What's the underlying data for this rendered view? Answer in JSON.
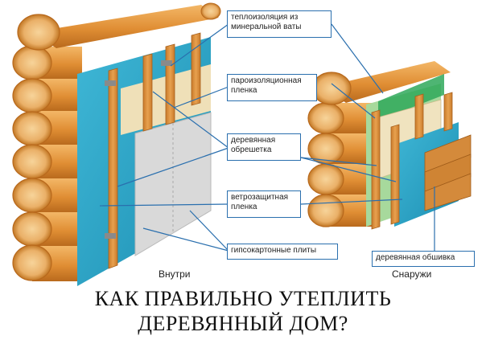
{
  "callouts": {
    "insulation": "теплоизоляция из минеральной ваты",
    "vapor_barrier": "пароизоляционная пленка",
    "battens": "деревянная обрешетка",
    "wind_barrier": "ветрозащитная пленка",
    "drywall": "гипсокартонные плиты",
    "cladding": "деревянная обшивка"
  },
  "labels": {
    "inside": "Внутри",
    "outside": "Снаружи"
  },
  "title": {
    "line1": "КАК ПРАВИЛЬНО УТЕПЛИТЬ",
    "line2": "ДЕРЕВЯННЫЙ ДОМ?"
  },
  "colors": {
    "log": "#e39a3f",
    "log_end": "#f2c07a",
    "membrane_blue": "#2aa8c9",
    "insulation_green": "#9fd39a",
    "drywall_gray": "#d6d6d6",
    "callout_border": "#2a6fae"
  }
}
